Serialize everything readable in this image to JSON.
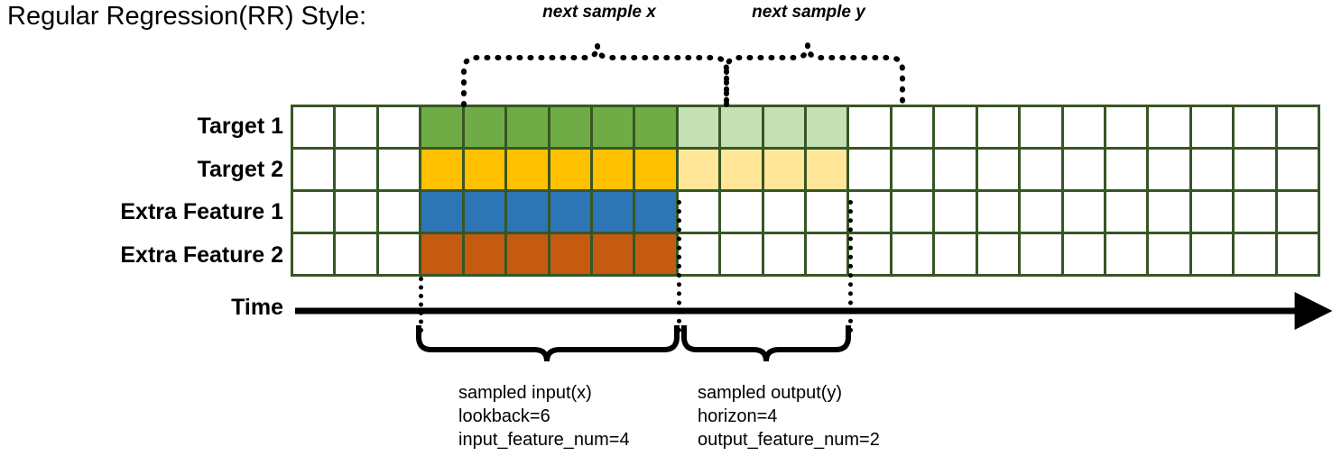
{
  "title": "Regular Regression(RR) Style:",
  "annotations": {
    "next_sample_x": "next sample x",
    "next_sample_y": "next sample y"
  },
  "axis": {
    "time_label": "Time",
    "arrow_icon": "arrow-right-icon"
  },
  "rows": [
    {
      "label": "Target 1",
      "series": "target",
      "input_color": "#6FAC46",
      "output_color": "#C5E0B4"
    },
    {
      "label": "Target 2",
      "series": "target",
      "input_color": "#FFC000",
      "output_color": "#FFE699"
    },
    {
      "label": "Extra Feature 1",
      "series": "feature",
      "input_color": "#2E75B6",
      "output_color": null
    },
    {
      "label": "Extra Feature 2",
      "series": "feature",
      "input_color": "#C55A11",
      "output_color": null
    }
  ],
  "grid": {
    "total_columns": 24,
    "lead_blank_columns": 3,
    "input_columns": 6,
    "output_columns": 4,
    "trailing_blank_columns": 11,
    "border_color": "#375623",
    "empty_cell_color": "#ffffff"
  },
  "captions": {
    "input": {
      "line1": "sampled input(x)",
      "line2": "lookback=6",
      "line3": "input_feature_num=4"
    },
    "output": {
      "line1": "sampled output(y)",
      "line2": "horizon=4",
      "line3": "output_feature_num=2"
    }
  },
  "chart_data": {
    "type": "table",
    "title": "Regular Regression(RR) Style:",
    "xlabel": "Time",
    "categories": [
      "Target 1",
      "Target 2",
      "Extra Feature 1",
      "Extra Feature 2"
    ],
    "series": [
      {
        "name": "lead_blank",
        "values": [
          3,
          3,
          3,
          3
        ]
      },
      {
        "name": "input_span",
        "values": [
          6,
          6,
          6,
          6
        ]
      },
      {
        "name": "output_span",
        "values": [
          4,
          4,
          0,
          0
        ]
      },
      {
        "name": "trailing_blank",
        "values": [
          11,
          11,
          15,
          15
        ]
      }
    ],
    "lookback": 6,
    "horizon": 4,
    "input_feature_num": 4,
    "output_feature_num": 2,
    "grid_on": true,
    "legend": [
      "sampled input(x)",
      "sampled output(y)"
    ]
  }
}
